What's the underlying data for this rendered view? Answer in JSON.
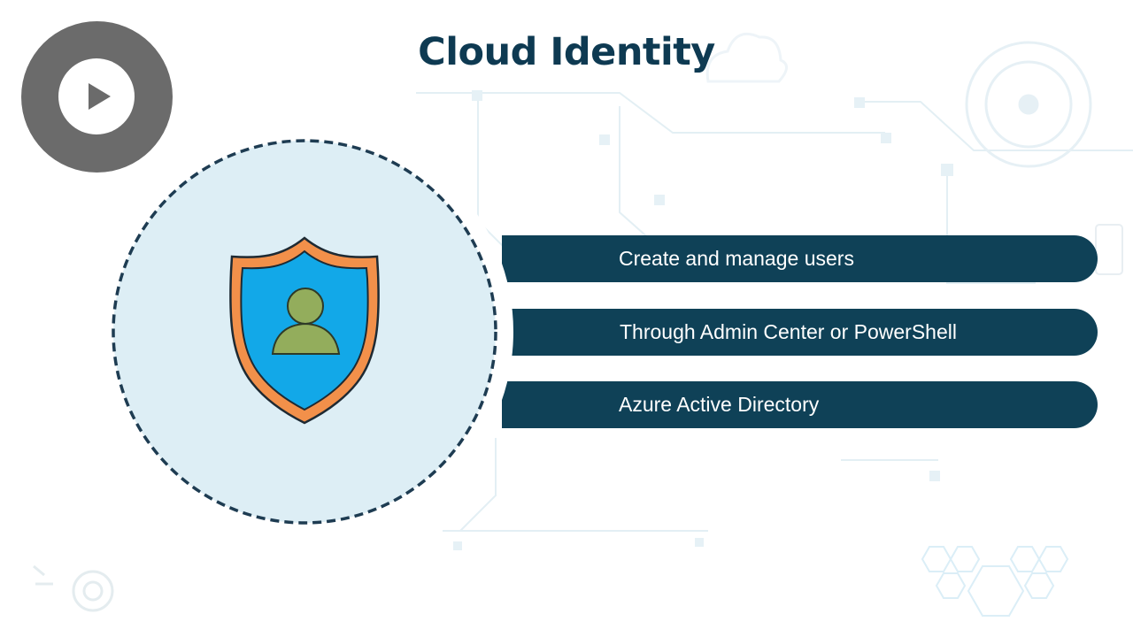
{
  "slide": {
    "title": "Cloud Identity"
  },
  "play_control": {
    "icon": "play-icon"
  },
  "identity_graphic": {
    "icon": "user-shield-icon"
  },
  "points": [
    {
      "label": "Create and manage users"
    },
    {
      "label": "Through Admin Center or PowerShell"
    },
    {
      "label": "Azure Active Directory"
    }
  ],
  "colors": {
    "title": "#0e3a52",
    "ribbon": "#0f4157",
    "ribbon_text": "#ffffff",
    "circle_fill": "#ddeef5",
    "circle_border": "#1e3c52",
    "shield_outer": "#f2904a",
    "shield_inner": "#12a8e8",
    "user_figure": "#93ad5c",
    "play_button": "#6b6b6b"
  }
}
